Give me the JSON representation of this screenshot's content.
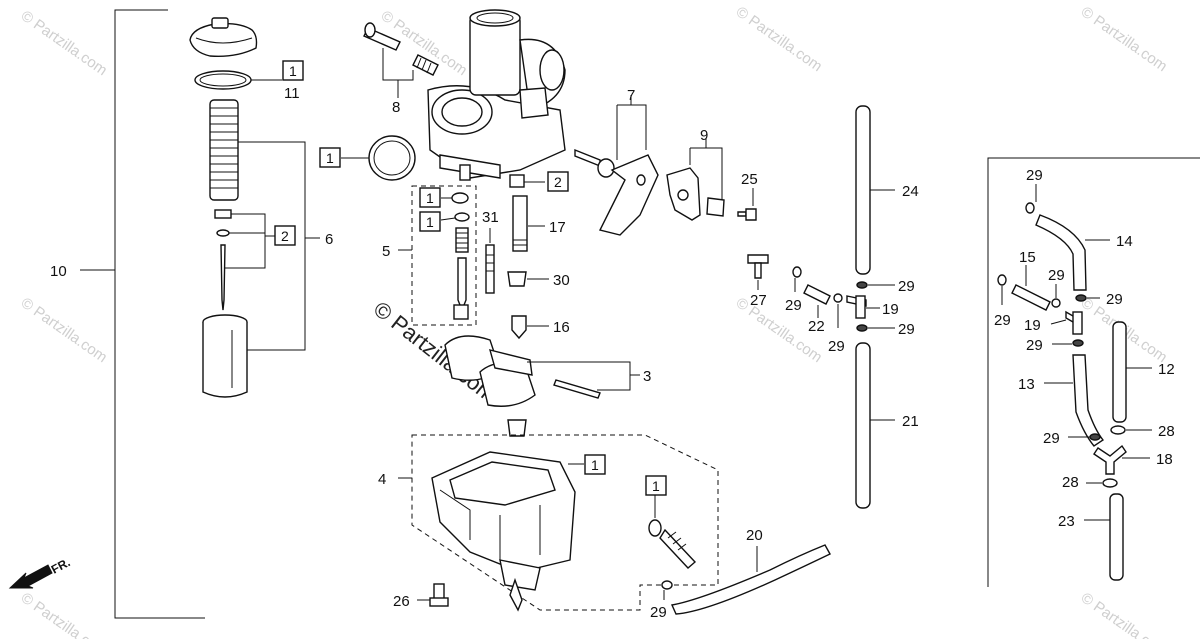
{
  "watermark": "© Partzilla.com",
  "watermark_main": "© Partzilla.com",
  "front_arrow_label": "FR.",
  "callouts": {
    "p1": "1",
    "p2": "2",
    "p3": "3",
    "p4": "4",
    "p5": "5",
    "p6": "6",
    "p7": "7",
    "p8": "8",
    "p9": "9",
    "p10": "10",
    "p11": "11",
    "p12": "12",
    "p13": "13",
    "p14": "14",
    "p15": "15",
    "p16": "16",
    "p17": "17",
    "p18": "18",
    "p19": "19",
    "p20": "20",
    "p21": "21",
    "p22": "22",
    "p23": "23",
    "p24": "24",
    "p25": "25",
    "p26": "26",
    "p27": "27",
    "p28": "28",
    "p29": "29",
    "p30": "30",
    "p31": "31"
  }
}
